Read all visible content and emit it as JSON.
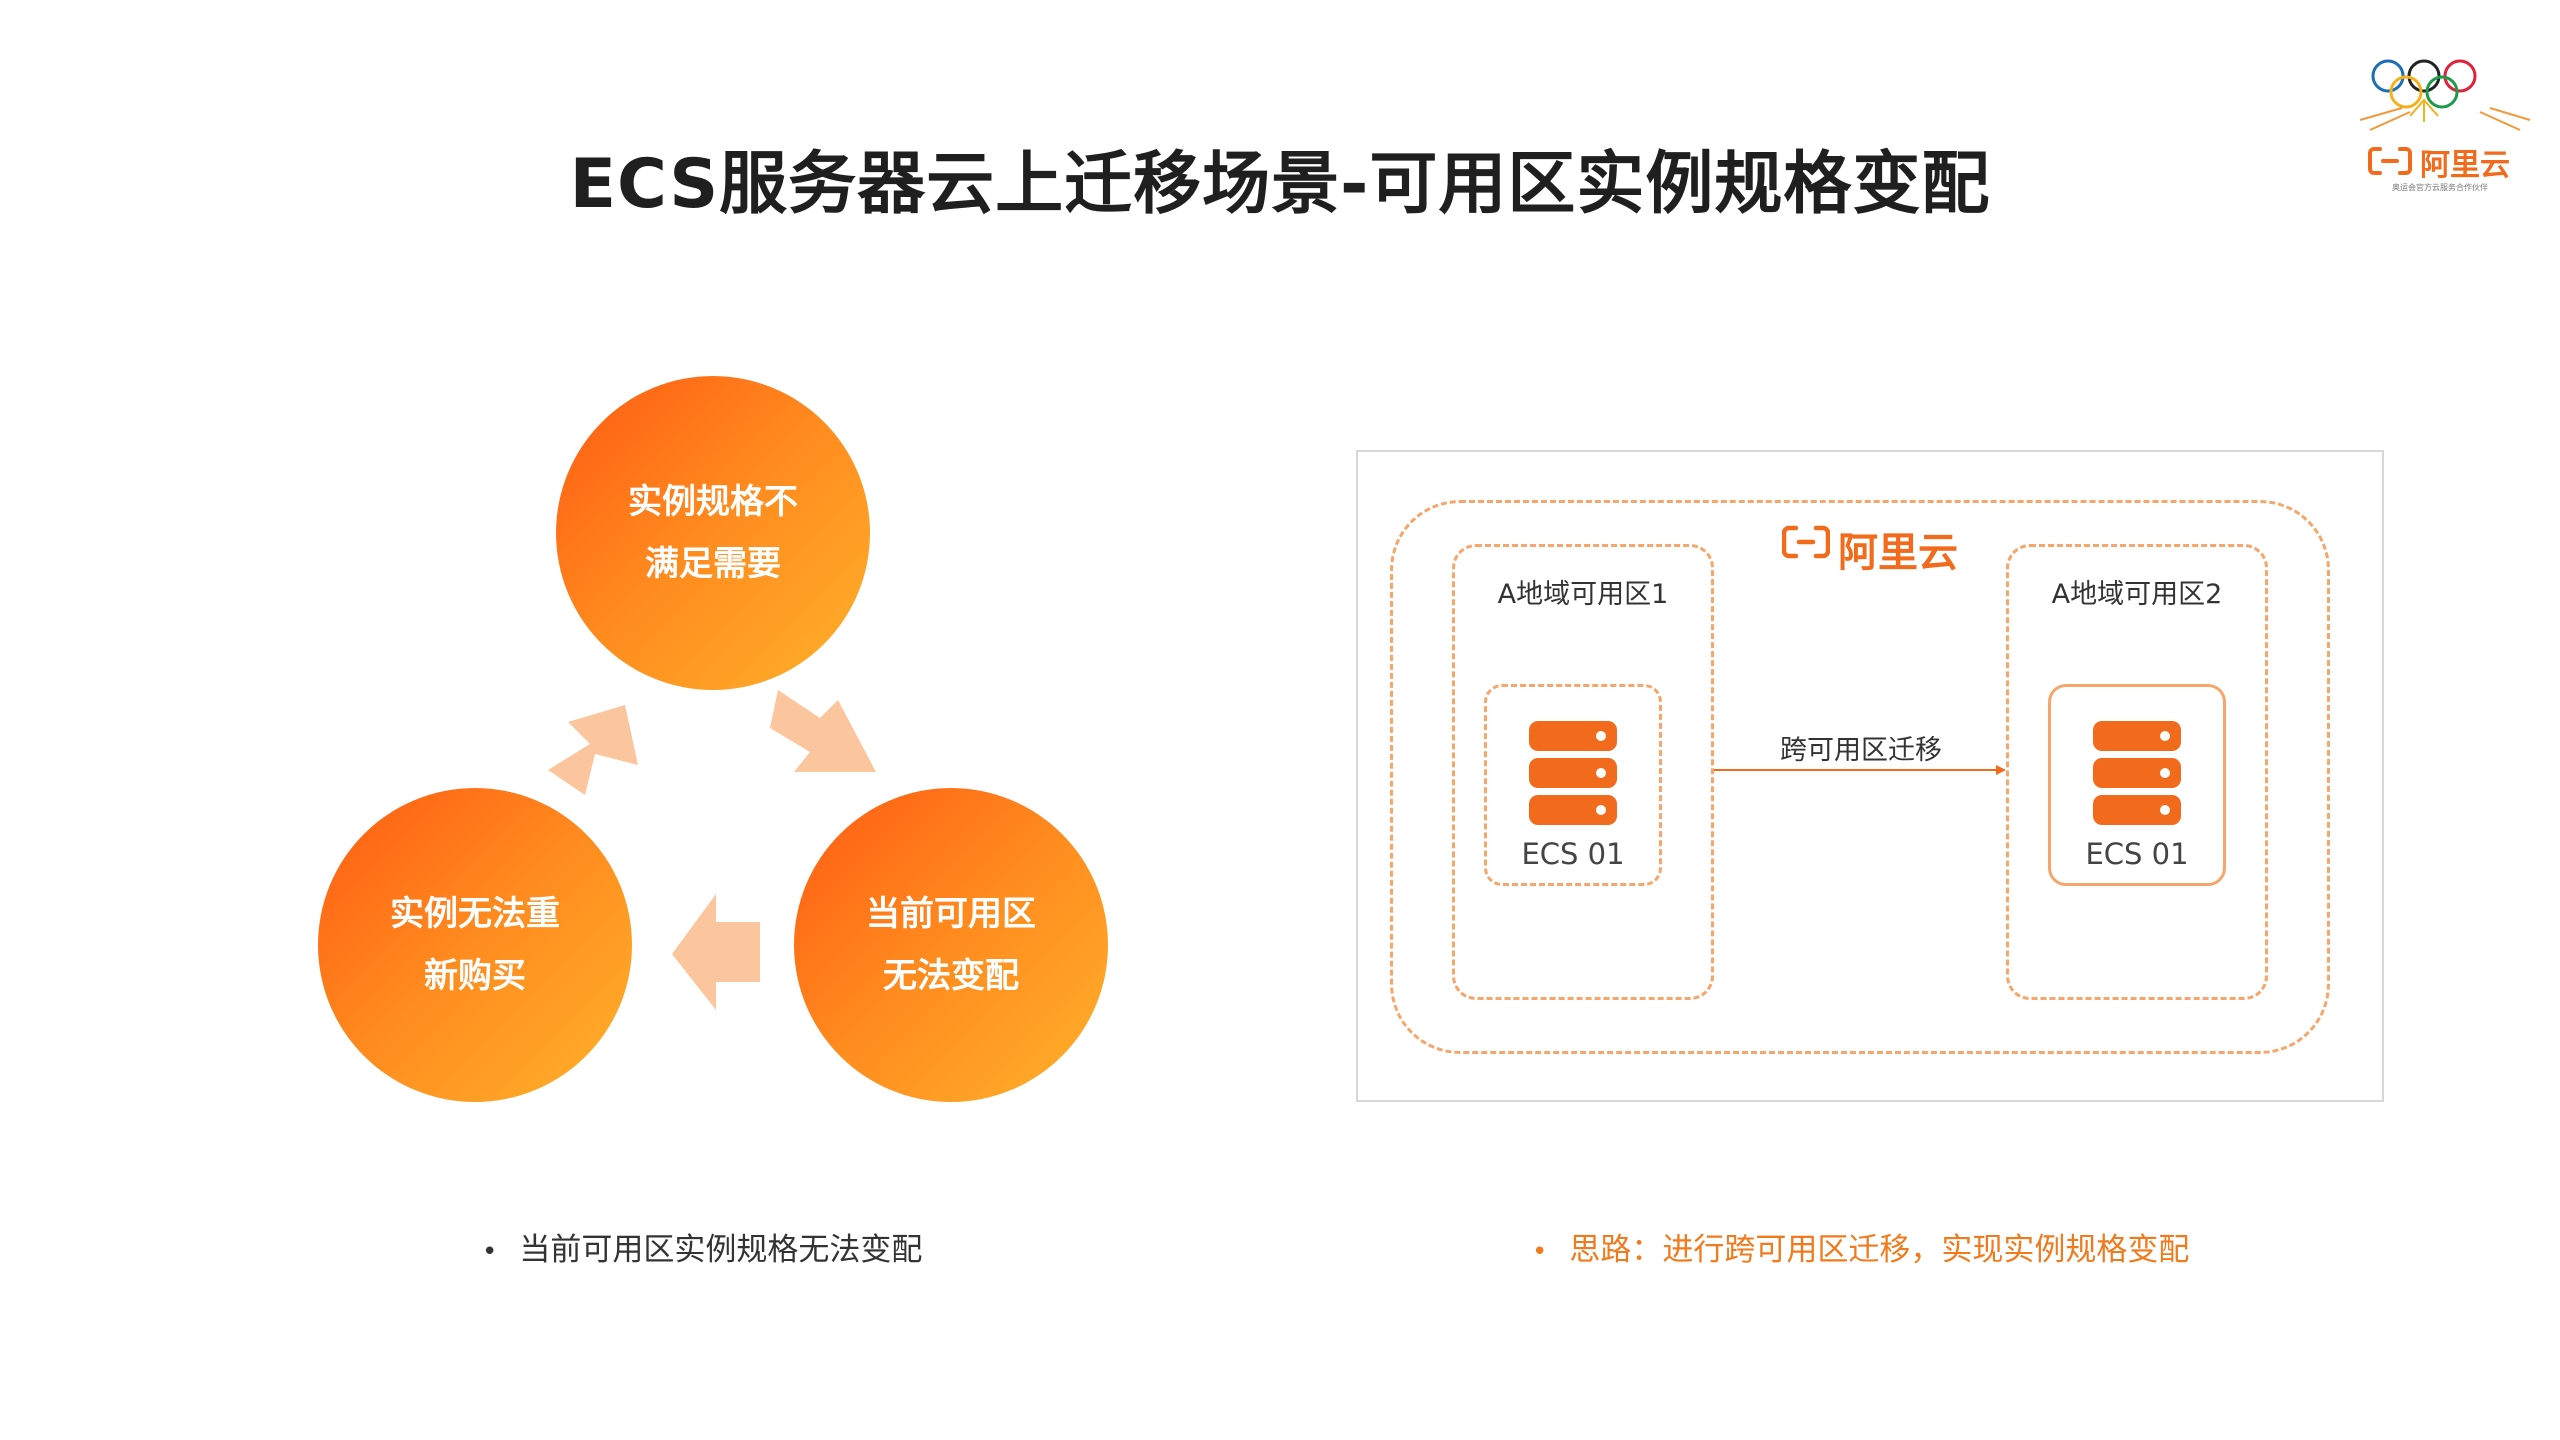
{
  "title": "ECS服务器云上迁移场景-可用区实例规格变配",
  "logo": {
    "text": "阿里云",
    "slogan": "奥运会官方云服务合作伙伴"
  },
  "cycle": {
    "top": {
      "line1": "实例规格不",
      "line2": "满足需要"
    },
    "right": {
      "line1": "当前可用区",
      "line2": "无法变配"
    },
    "left": {
      "line1": "实例无法重",
      "line2": "新购买"
    }
  },
  "diagram": {
    "brand": "阿里云",
    "zone1": {
      "label": "A地域可用区1",
      "ecs": "ECS 01"
    },
    "zone2": {
      "label": "A地域可用区2",
      "ecs": "ECS 01"
    },
    "migration_label": "跨可用区迁移"
  },
  "bullets": {
    "left": "当前可用区实例规格无法变配",
    "right": "思路：进行跨可用区迁移，实现实例规格变配"
  },
  "colors": {
    "accent": "#f26a1b",
    "arrow": "#fbc59e",
    "dashed": "#f6a66a"
  }
}
